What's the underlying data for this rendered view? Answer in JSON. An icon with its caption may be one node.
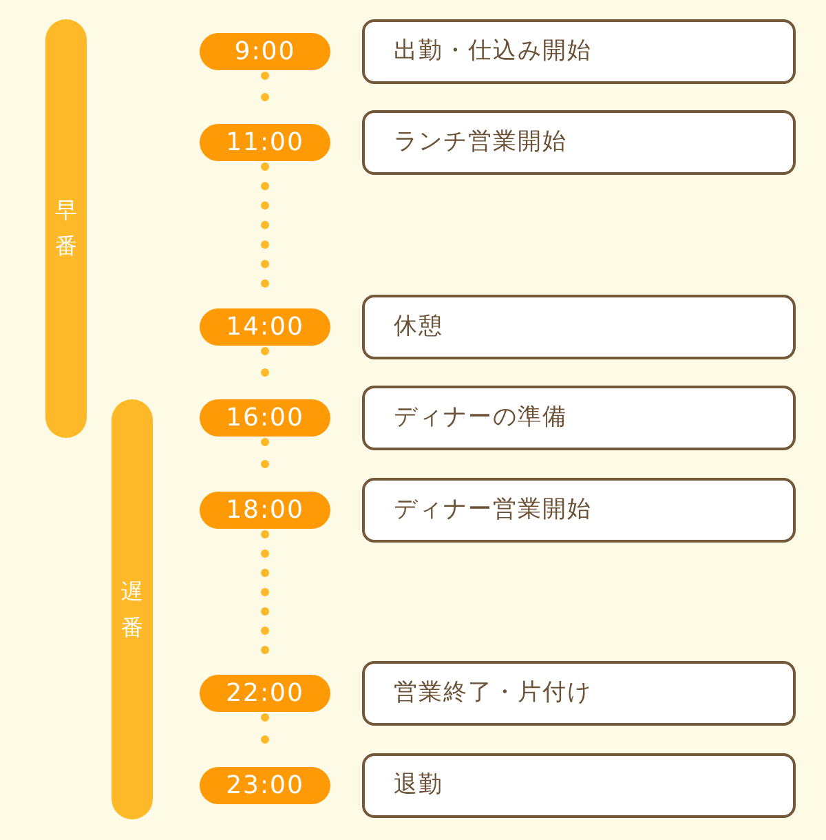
{
  "diagram": {
    "nodes": [
      {
        "text": [
          "早番"
        ]
      },
      {
        "text": [
          "9:00"
        ]
      },
      {
        "text": [
          "出勤・仕込み開始"
        ]
      },
      {
        "text": [
          "11:00"
        ]
      },
      {
        "text": [
          "ランチ営業開始"
        ]
      },
      {
        "text": [
          "14:00"
        ]
      },
      {
        "text": [
          "休憩"
        ]
      },
      {
        "text": [
          "遅番"
        ]
      },
      {
        "text": [
          "16:00"
        ]
      },
      {
        "text": [
          "ディナーの準備"
        ]
      },
      {
        "text": [
          "18:00"
        ]
      },
      {
        "text": [
          "ディナー営業開始"
        ]
      },
      {
        "text": [
          "22:00"
        ]
      },
      {
        "text": [
          "営業終了・片付け"
        ]
      },
      {
        "text": [
          "23:00"
        ]
      },
      {
        "text": [
          "退勤"
        ]
      }
    ],
    "edges": [
      {
        "from": 1,
        "to": 3,
        "arrow": "none",
        "style": "dashed"
      },
      {
        "from": 3,
        "to": 5,
        "arrow": "none",
        "style": "dashed"
      },
      {
        "from": 5,
        "to": 8,
        "arrow": "none",
        "style": "dashed"
      },
      {
        "from": 8,
        "to": 10,
        "arrow": "none",
        "style": "dashed"
      },
      {
        "from": 10,
        "to": 12,
        "arrow": "none",
        "style": "dashed"
      },
      {
        "from": 12,
        "to": 14,
        "arrow": "none",
        "style": "dashed"
      }
    ]
  }
}
